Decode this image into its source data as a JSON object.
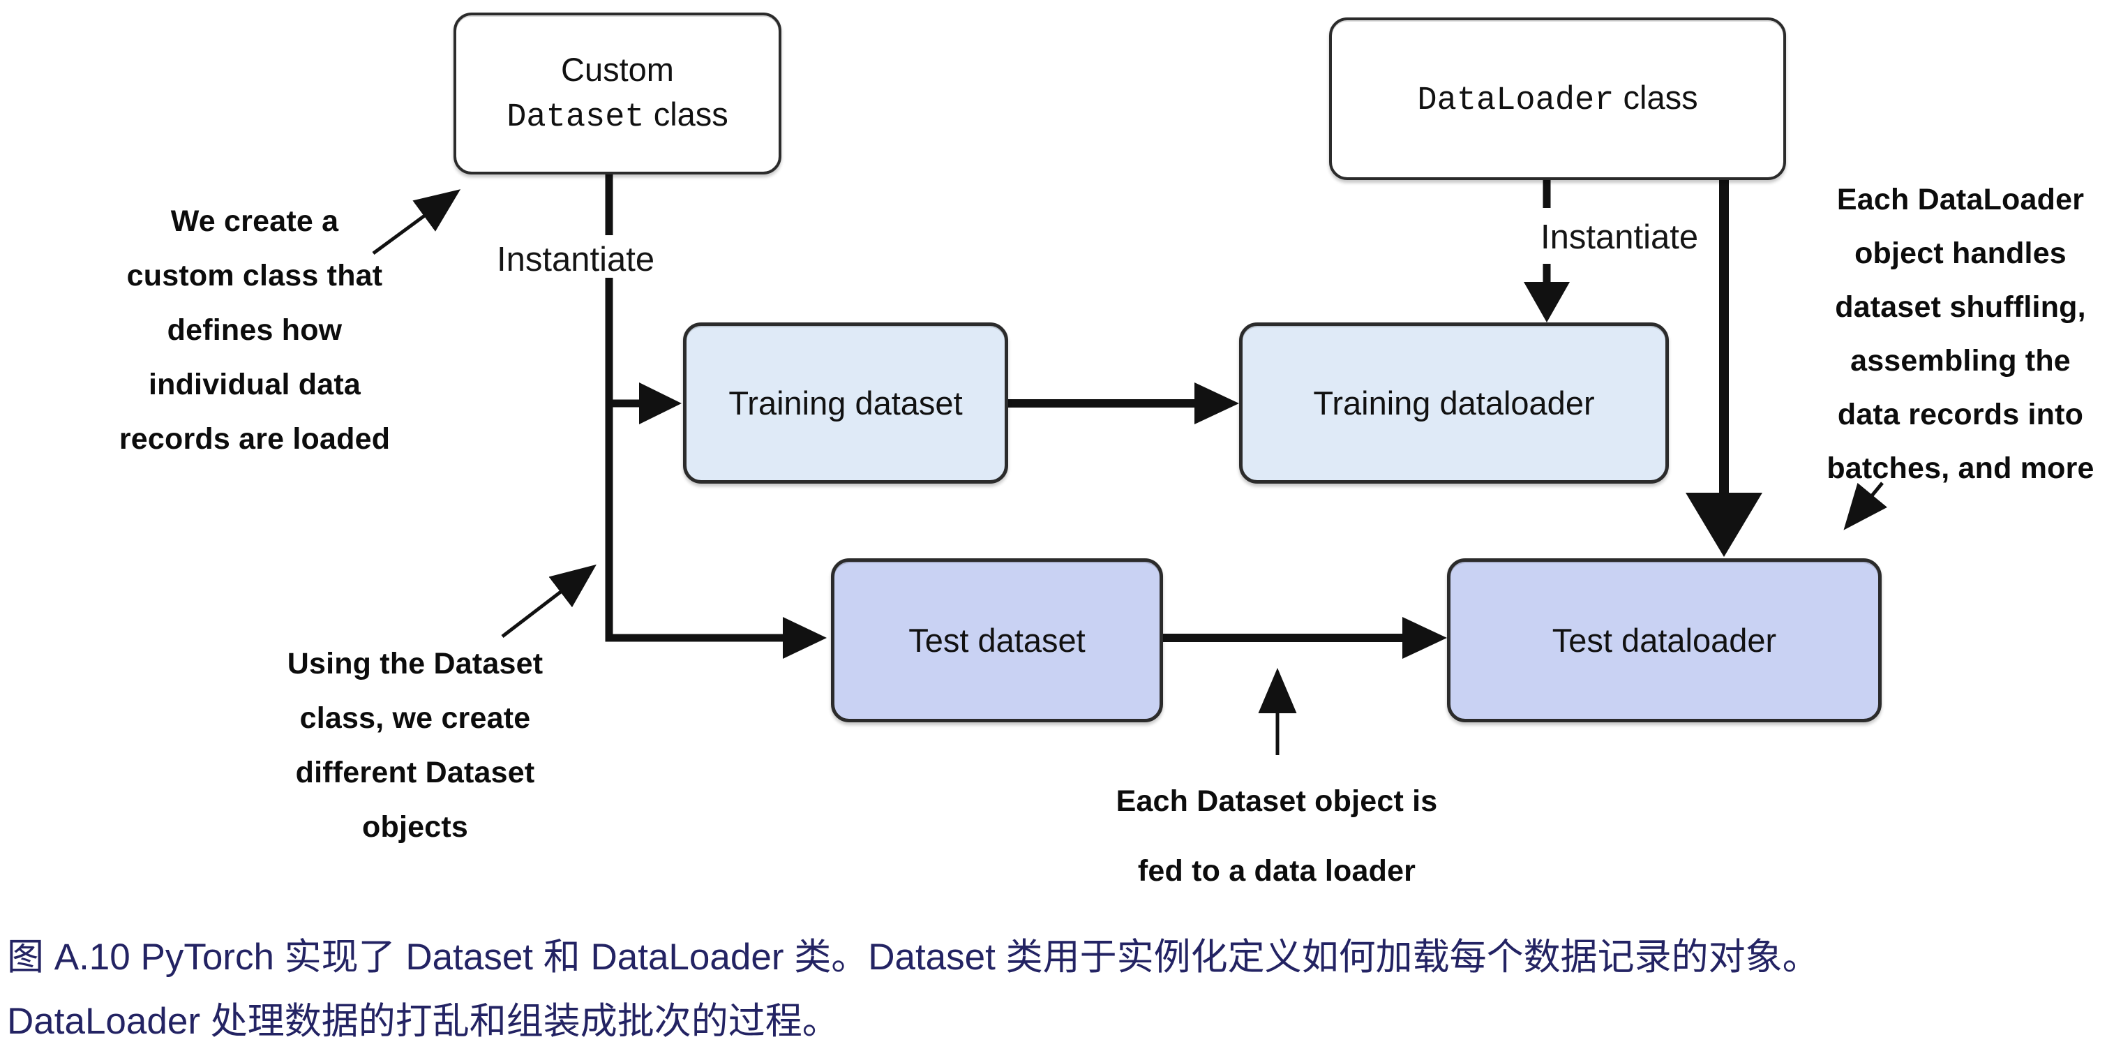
{
  "diagram": {
    "nodes": {
      "custom_dataset_class": {
        "line1": "Custom",
        "code": "Dataset",
        "plain": " class"
      },
      "dataloader_class": {
        "code": "DataLoader",
        "plain": " class"
      },
      "training_dataset": {
        "label": "Training dataset"
      },
      "training_dataloader": {
        "label": "Training dataloader"
      },
      "test_dataset": {
        "label": "Test dataset"
      },
      "test_dataloader": {
        "label": "Test dataloader"
      }
    },
    "edge_labels": {
      "instantiate_left": "Instantiate",
      "instantiate_right": "Instantiate"
    },
    "annotations": {
      "custom_class": {
        "lines": [
          "We create a",
          "custom class that",
          "defines how",
          "individual data",
          "records are loaded"
        ]
      },
      "dataset_objects": {
        "lines": [
          "Using the Dataset",
          "class, we create",
          "different Dataset",
          "objects"
        ]
      },
      "fed_to_loader": {
        "lines": [
          "Each Dataset object is",
          "fed to a data loader"
        ]
      },
      "dataloader_handles": {
        "lines": [
          "Each DataLoader",
          "object handles",
          "dataset shuffling,",
          "assembling the",
          "data records into",
          "batches, and more"
        ]
      }
    },
    "colors": {
      "training_fill": "#dfeaf7",
      "test_fill": "#c9d2f3",
      "line": "#111111",
      "node_border": "#2b2b2b",
      "caption": "#232363"
    }
  },
  "caption": {
    "line1": "图 A.10 PyTorch 实现了 Dataset 和 DataLoader 类。Dataset 类用于实例化定义如何加载每个数据记录的对象。",
    "line2": "DataLoader 处理数据的打乱和组装成批次的过程。"
  }
}
